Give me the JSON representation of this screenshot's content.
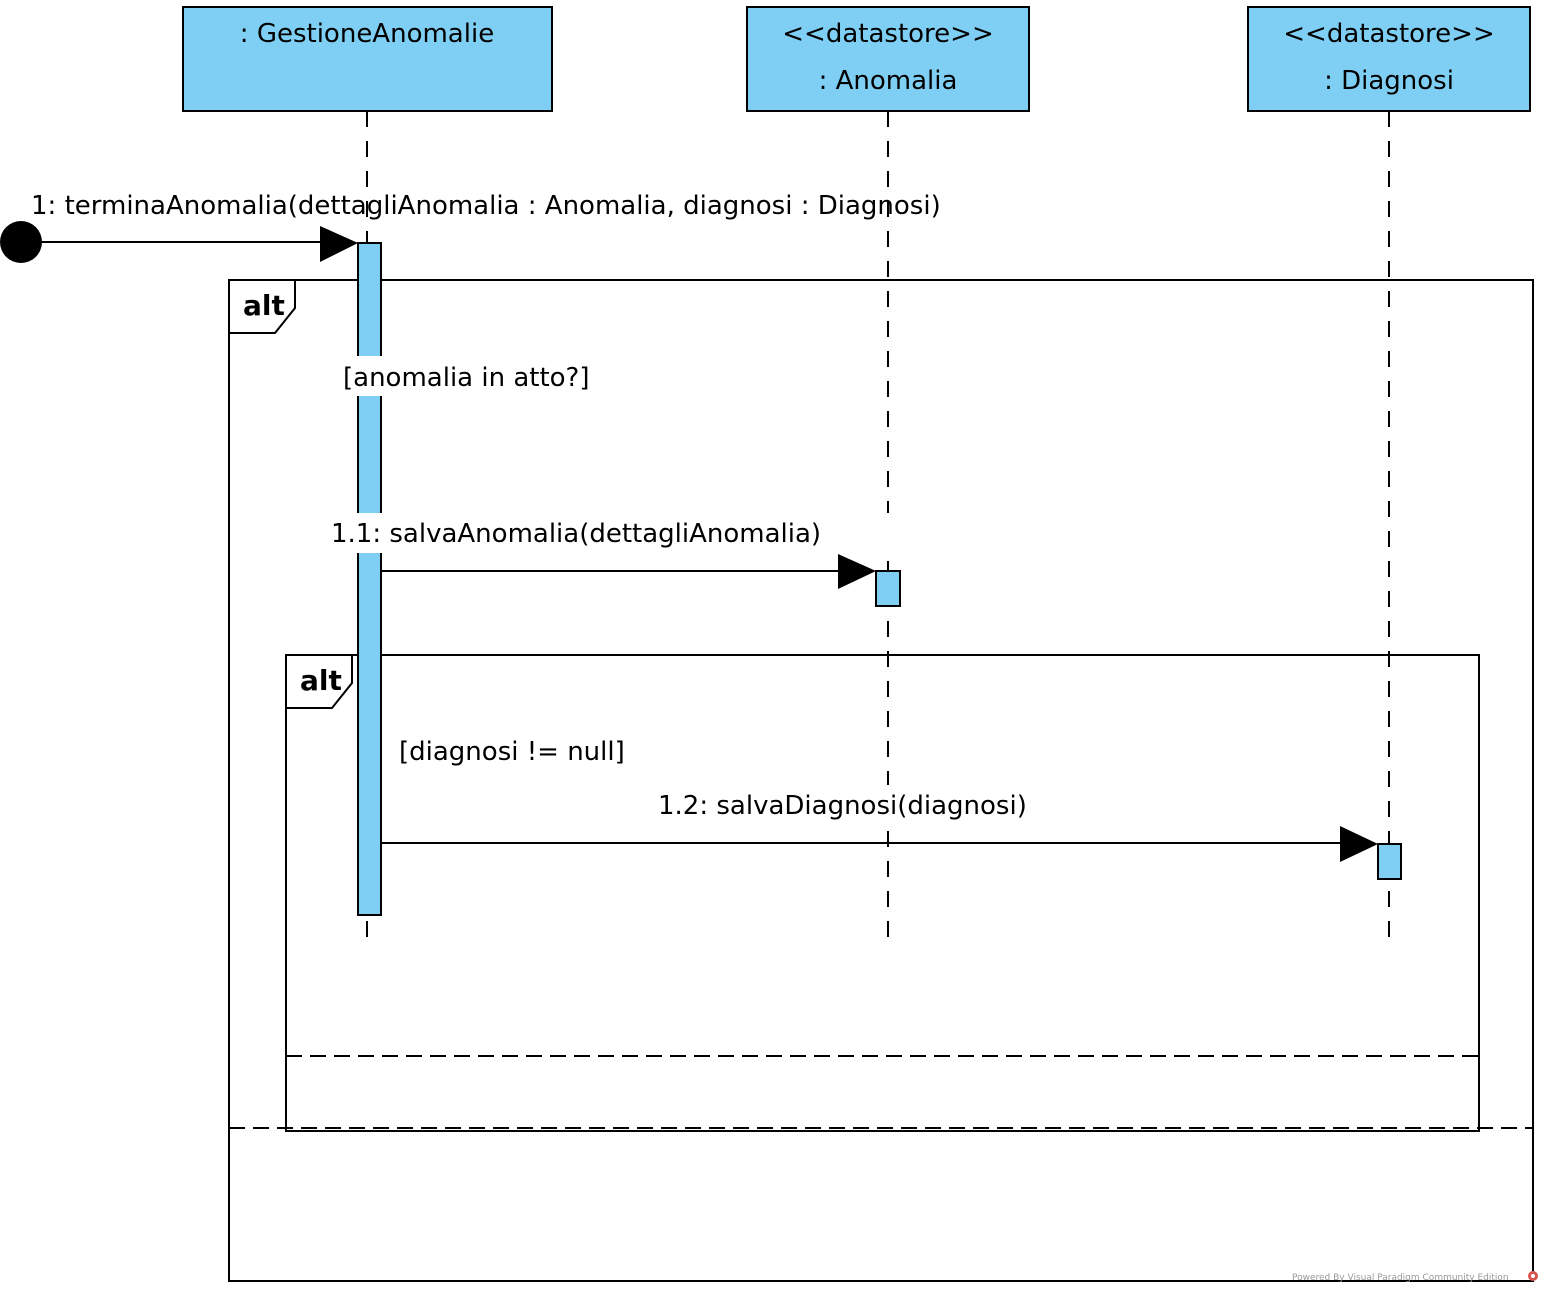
{
  "lifelines": [
    {
      "stereotype": "",
      "name": ": GestioneAnomalie"
    },
    {
      "stereotype": "<<datastore>>",
      "name": ": Anomalia"
    },
    {
      "stereotype": "<<datastore>>",
      "name": ": Diagnosi"
    }
  ],
  "messages": [
    {
      "label": "1: terminaAnomalia(dettagliAnomalia : Anomalia, diagnosi : Diagnosi)"
    },
    {
      "label": "1.1: salvaAnomalia(dettagliAnomalia)"
    },
    {
      "label": "1.2: salvaDiagnosi(diagnosi)"
    }
  ],
  "fragments": [
    {
      "operator": "alt",
      "guard": "[anomalia in atto?]"
    },
    {
      "operator": "alt",
      "guard": "[diagnosi != null]"
    }
  ],
  "watermark": "Powered By  Visual Paradigm Community Edition",
  "colors": {
    "lifeline_fill": "#7fcff4",
    "line": "#000000",
    "background": "#ffffff"
  }
}
